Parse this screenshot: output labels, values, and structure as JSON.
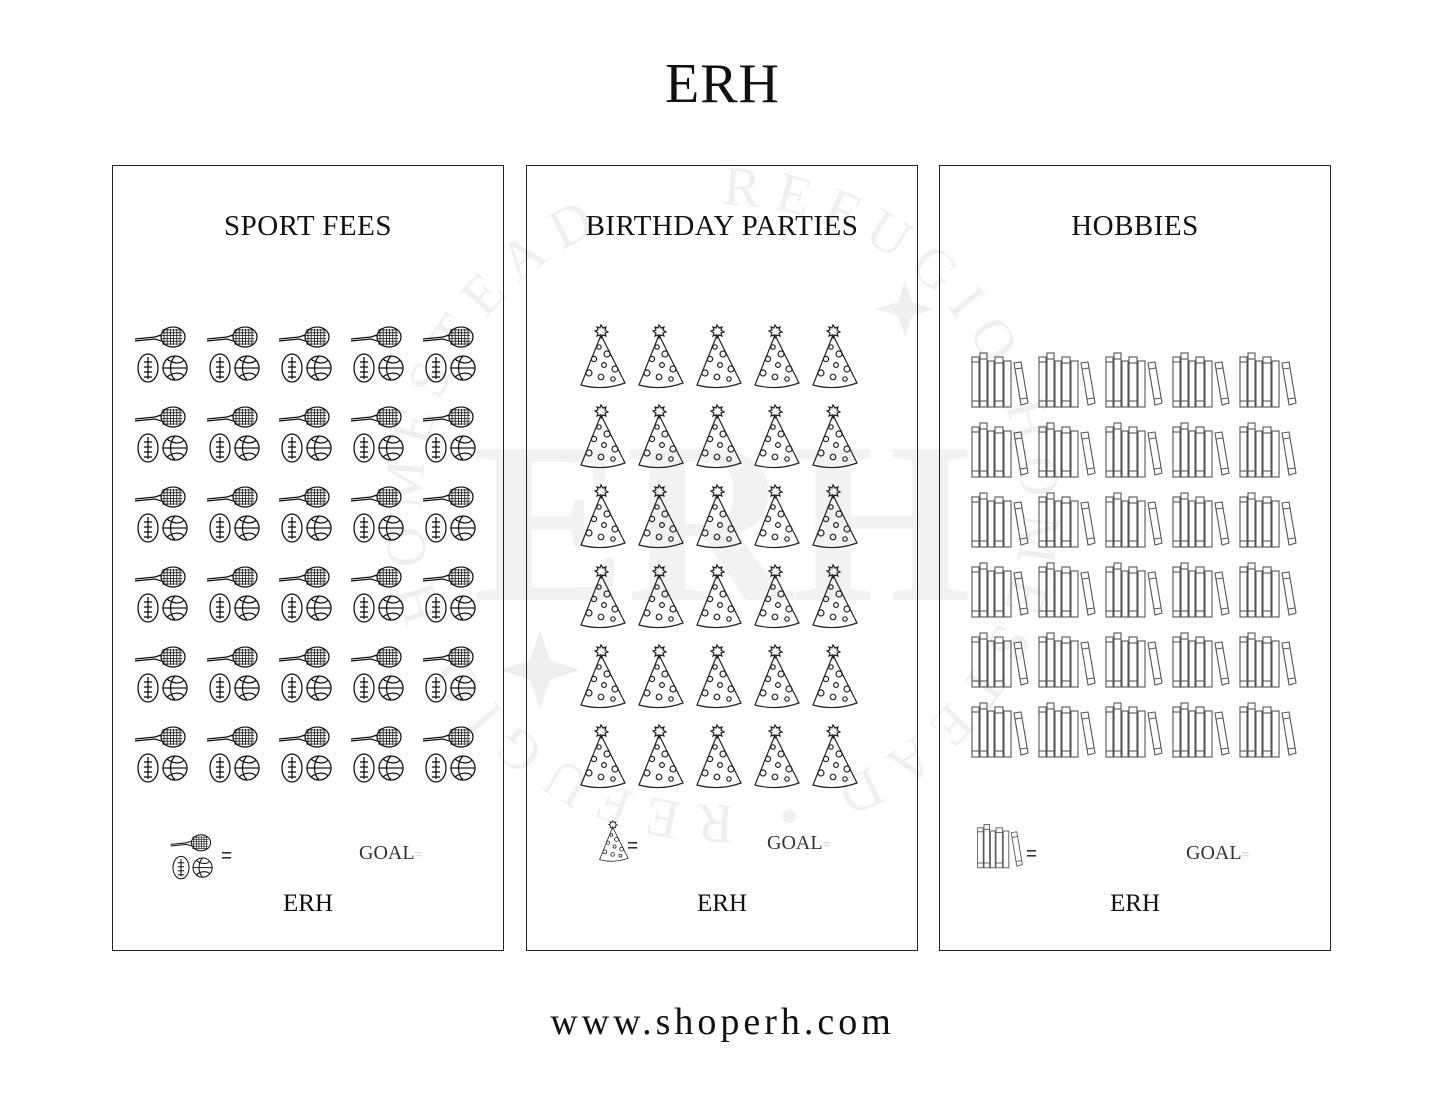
{
  "header": {
    "brand": "ERH"
  },
  "watermark": {
    "ring_text": "REFUGIO HOMESTEAD",
    "monogram": "ERH",
    "icon": "sparkle-icon"
  },
  "panels": [
    {
      "title": "SPORT FEES",
      "icon": "sports-ball-icon",
      "rows": 6,
      "cols": 5,
      "legend_eq": "=",
      "goal_label": "GOAL",
      "goal_eq": "=",
      "footer_mark": "ERH"
    },
    {
      "title": "BIRTHDAY PARTIES",
      "icon": "party-hat-icon",
      "rows": 6,
      "cols": 5,
      "legend_eq": "=",
      "goal_label": "GOAL",
      "goal_eq": "=",
      "footer_mark": "ERH"
    },
    {
      "title": "HOBBIES",
      "icon": "books-icon",
      "rows": 6,
      "cols": 5,
      "legend_eq": "=",
      "goal_label": "GOAL",
      "goal_eq": "=",
      "footer_mark": "ERH"
    }
  ],
  "footer": {
    "website": "www.shoperh.com"
  }
}
